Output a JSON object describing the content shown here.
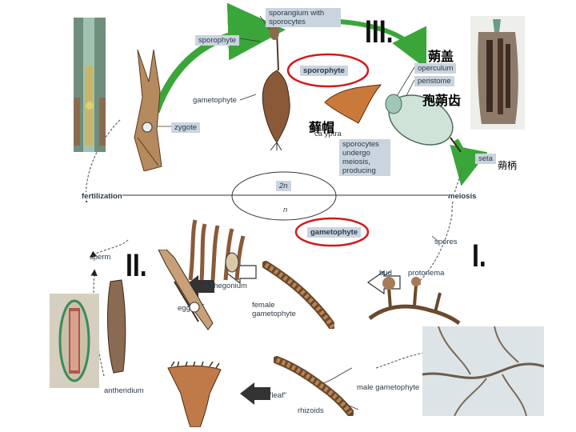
{
  "labels": {
    "sporangium": "sporangium with\nsporocytes",
    "sporophyte_top": "sporophyte",
    "gametophyte_side": "gametophyte",
    "zygote": "zygote",
    "sporophyte_circled": "sporophyte",
    "operculum": "operculum",
    "peristome": "peristome",
    "calyptra": "ca yptra",
    "sporocytes": "sporocytes\nundergo\nmeiosis,\nproducing",
    "seta": "seta",
    "fertilization": "fertilization",
    "meiosis": "meiosis",
    "ploidy_2n": "2n",
    "ploidy_n": "n",
    "gametophyte_circled": "gametophyte",
    "spores": "spores",
    "bud": "bud",
    "protonema": "protonema",
    "sperm": "sperm",
    "archegonium": "archegonium",
    "egg": "egg",
    "female_gametophyte": "female\ngametophyte",
    "antheridium": "antheridium",
    "leaf": "\"leaf\"",
    "male_gametophyte": "male gametophyte",
    "rhizoids": "rhizoids"
  },
  "roman": {
    "I": "I.",
    "II": "II.",
    "III": "III."
  },
  "chinese": {
    "operculum_zh": "蒴盖",
    "peristome_zh": "孢蒴齿",
    "calyptra_zh": "藓帽",
    "seta_zh": "蒴柄"
  },
  "colors": {
    "label_bg": "#c9d4de",
    "arrow": "#3aa63a",
    "circle": "#d11a1a"
  }
}
